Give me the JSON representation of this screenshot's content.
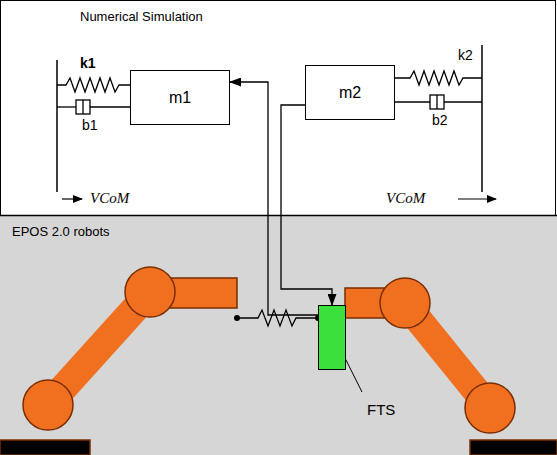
{
  "diagram": {
    "nodes": [
      {
        "text": [
          "m1"
        ]
      },
      {
        "text": [
          "m2"
        ]
      },
      {
        "text": [
          "FTS"
        ]
      }
    ],
    "edges": [
      {
        "from": 2,
        "to": 0,
        "arrow": "to"
      },
      {
        "from": 1,
        "to": 2,
        "arrow": "to"
      }
    ],
    "labels": [
      "Numerical Simulation",
      "k1",
      "b1",
      "k2",
      "b2",
      "VCoM",
      "VCoM",
      "EPOS 2.0 robots"
    ]
  }
}
